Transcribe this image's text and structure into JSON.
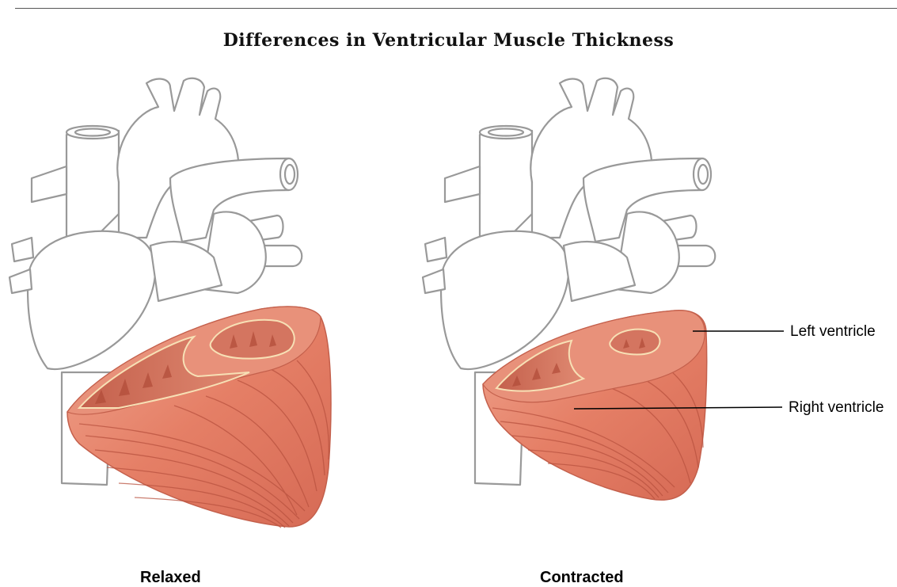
{
  "title": "Differences in Ventricular Muscle Thickness",
  "panels": {
    "relaxed": {
      "caption": "Relaxed"
    },
    "contracted": {
      "caption": "Contracted"
    }
  },
  "labels": {
    "left_ventricle": "Left ventricle",
    "right_ventricle": "Right ventricle"
  },
  "colors": {
    "muscle": "#e57f66",
    "muscle_dark": "#c4604c",
    "muscle_light": "#f0a58f",
    "outline": "#999999"
  }
}
